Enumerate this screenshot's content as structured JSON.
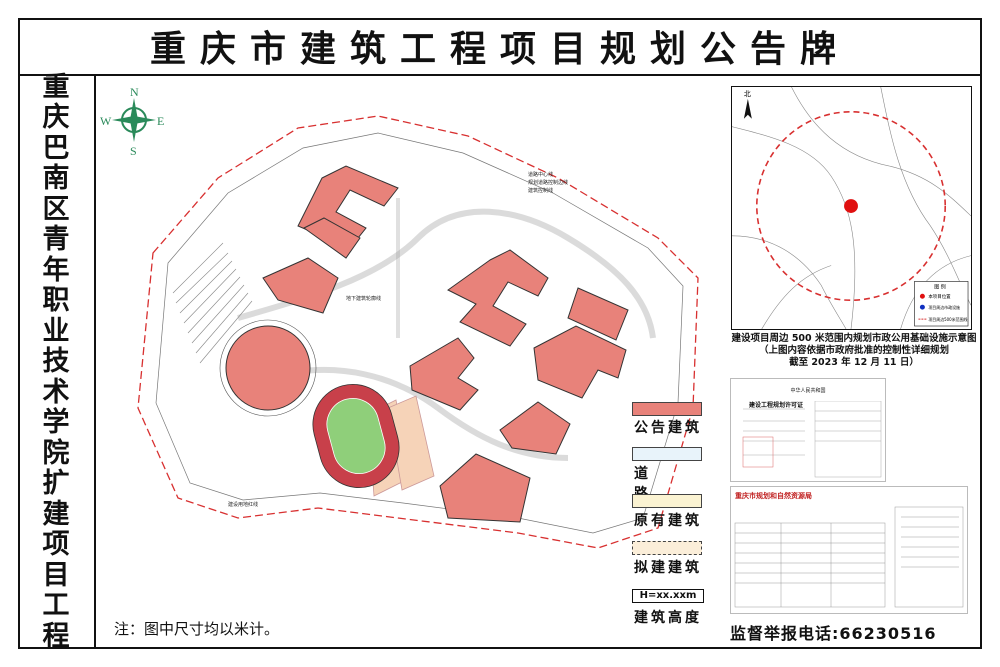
{
  "title": "重庆市建筑工程项目规划公告牌",
  "project_name_chars": [
    "重",
    "庆",
    "巴",
    "南",
    "区",
    "青",
    "年",
    "职",
    "业",
    "技",
    "术",
    "学",
    "院",
    "扩",
    "建",
    "项",
    "目",
    "工",
    "程"
  ],
  "compass": {
    "n": "N",
    "s": "S",
    "e": "E",
    "w": "W"
  },
  "plan_labels": {
    "road_center": "道路中心线",
    "road_control": "规划道路控制边线",
    "building_control": "建筑控制线",
    "underground": "地下建筑轮廓线",
    "land_boundary": "建设用地红线"
  },
  "location_map": {
    "north": "北",
    "legend_title": "图 例",
    "legend_items": [
      "本项目位置",
      "项目周边市政设施",
      "项目周边500米范围线"
    ],
    "caption_lines": [
      "建设项目周边 500 米范围内规划市政公用基础设施示意图",
      "（上图内容依据市政府批准的控制性详细规划",
      "截至 2023 年 12 月 11 日）"
    ]
  },
  "legend": [
    {
      "label": "公告建筑",
      "color": "#e8827a"
    },
    {
      "label": "道路",
      "color": "#e8f3fa"
    },
    {
      "label": "原有建筑",
      "color": "#fbf3d2"
    },
    {
      "label": "拟建建筑",
      "color": "#fbeed9"
    }
  ],
  "height_box": "H=xx.xxm",
  "height_label": "建筑高度",
  "note": "注：图中尺寸均以米计。",
  "hotline": "监督举报电话:66230516",
  "permit": {
    "header": "中华人民共和国",
    "title": "建设工程规划许可证",
    "bureau": "重庆市规划和自然资源局"
  },
  "colors": {
    "building": "#e8827a",
    "track": "#c8404a",
    "field": "#8fcf7a",
    "redline": "#d83030",
    "proposed": "#f6d3b8"
  }
}
